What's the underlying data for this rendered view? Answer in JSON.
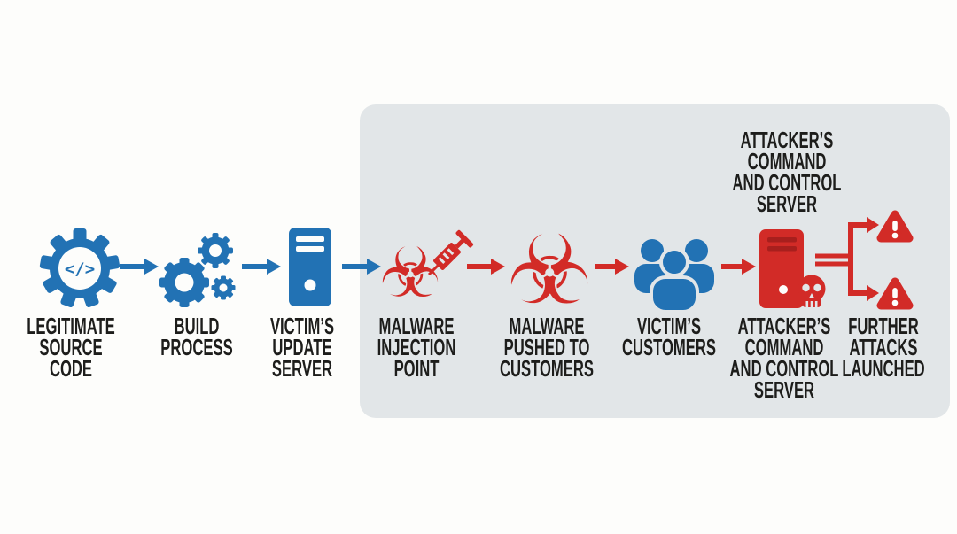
{
  "diagram": {
    "type": "flow-diagram",
    "subject": "supply chain attack flow",
    "colors": {
      "blue": "#2272b4",
      "red": "#d22b27",
      "panel_gray": "#e2e6e8",
      "background": "#fdfdfb",
      "text": "#1d1d1b",
      "server_stripe_dark_red": "#a81f1d"
    },
    "icons": {
      "code_symbol": "</>",
      "biohazard_glyph": "☣"
    },
    "top_label": {
      "lines": [
        "ATTACKER’S",
        "COMMAND",
        "AND CONTROL",
        "SERVER"
      ]
    },
    "nodes": [
      {
        "id": "legitimate-source-code",
        "icon": "code-gear-icon",
        "color": "blue",
        "label_lines": [
          "LEGITIMATE",
          "SOURCE",
          "CODE"
        ]
      },
      {
        "id": "build-process",
        "icon": "build-gears-icon",
        "color": "blue",
        "label_lines": [
          "BUILD",
          "PROCESS"
        ]
      },
      {
        "id": "victims-update-server",
        "icon": "update-server-icon",
        "color": "blue",
        "label_lines": [
          "VICTIM’S",
          "UPDATE",
          "SERVER"
        ]
      },
      {
        "id": "malware-injection-point",
        "icon": "biohazard-syringe-icon",
        "color": "red",
        "label_lines": [
          "MALWARE",
          "INJECTION",
          "POINT"
        ]
      },
      {
        "id": "malware-pushed-to-customers",
        "icon": "biohazard-icon",
        "color": "red",
        "label_lines": [
          "MALWARE",
          "PUSHED TO",
          "CUSTOMERS"
        ]
      },
      {
        "id": "victims-customers",
        "icon": "customers-icon",
        "color": "blue",
        "label_lines": [
          "VICTIM’S",
          "CUSTOMERS"
        ]
      },
      {
        "id": "attackers-c2-server",
        "icon": "c2-server-skull-icon",
        "color": "red",
        "label_lines": [
          "ATTACKER’S",
          "COMMAND",
          "AND CONTROL",
          "SERVER"
        ]
      },
      {
        "id": "further-attacks-launched",
        "icon": "warning-triangles-icon",
        "color": "red",
        "label_lines": [
          "FURTHER",
          "ATTACKS",
          "LAUNCHED"
        ]
      }
    ],
    "flow": [
      "legitimate-source-code → build-process (blue arrow)",
      "build-process → victims-update-server (blue arrow)",
      "victims-update-server → malware-injection-point (blue arrow)",
      "malware-injection-point → malware-pushed-to-customers (red arrow)",
      "malware-pushed-to-customers → victims-customers (red arrow)",
      "victims-customers → attackers-c2-server (red arrow)",
      "attackers-c2-server → further-attacks-launched (red forked arrows to two warning triangles)"
    ]
  }
}
